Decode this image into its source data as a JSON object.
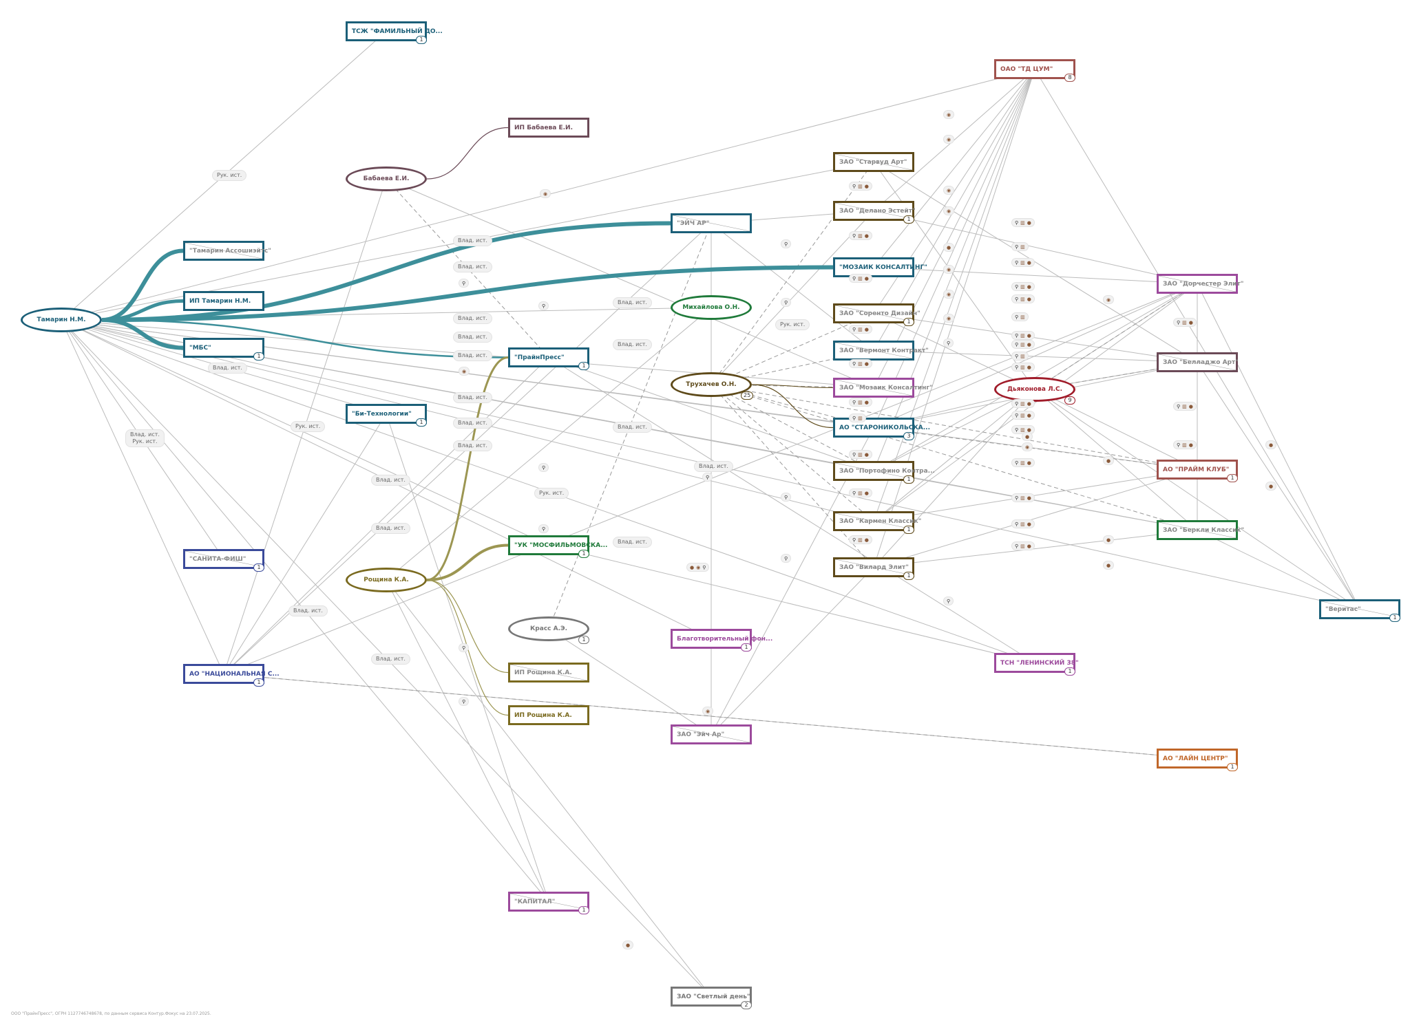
{
  "footer": "ООО \"ПрайнПресс\", ОГРН 1127746748678, по данным сервиса Контур.Фокус на 23.07.2025.",
  "colors": {
    "tamarin": "#1b5f78",
    "teal": "#3d8f9a",
    "roshina": "#7a6a1f",
    "olive": "#9c9652",
    "babaeva": "#6b4a57",
    "mihaylova": "#1f7a3a",
    "truhachev": "#5e4a1a",
    "dyakonova": "#a01c2a",
    "krass": "#777777",
    "tdcum": "#a0524d",
    "purple": "#9c4a9c",
    "navy": "#3a4a9a",
    "orange": "#c0672a",
    "edge": "#bbbbbb"
  },
  "nodes": {
    "tamarin": {
      "label": "Тамарин Н.М."
    },
    "babaeva": {
      "label": "Бабаева Е.И."
    },
    "mihaylova": {
      "label": "Михайлова О.Н."
    },
    "truhachev": {
      "label": "Трухачев О.Н.",
      "count": "25"
    },
    "roshina": {
      "label": "Рощина К.А."
    },
    "krass": {
      "label": "Красс А.Э.",
      "count": "1"
    },
    "dyakonova": {
      "label": "Дьяконова Л.С.",
      "count": "9"
    },
    "tszh": {
      "label": "ТСЖ \"ФАМИЛЬНЫЙ ДО...",
      "count": "1"
    },
    "ip_babaeva": {
      "label": "ИП Бабаева Е.И."
    },
    "tamarin_assoc": {
      "label": "\"Тамарин Ассошиэйтс\""
    },
    "ip_tamarin": {
      "label": "ИП Тамарин Н.М."
    },
    "mbs": {
      "label": "\"МБС\"",
      "count": "1"
    },
    "bi_tech": {
      "label": "\"Би-Технологии\"",
      "count": "1"
    },
    "sanita": {
      "label": "\"САНИТА-ФИШ\"",
      "count": "1"
    },
    "national": {
      "label": "АО \"НАЦИОНАЛЬНАЯ С...",
      "count": "1"
    },
    "kapital": {
      "label": "\"КАПИТАЛ\"",
      "count": "1"
    },
    "svetly": {
      "label": "ЗАО \"Светлый день\"",
      "count": "2"
    },
    "eych_ar": {
      "label": "\"ЭЙЧ АР\""
    },
    "praympress": {
      "label": "\"ПрайнПресс\"",
      "count": "1"
    },
    "uk_mosfilm": {
      "label": "\"УК \"МОСФИЛЬМОВСКА...",
      "count": "1"
    },
    "ip_roshina1": {
      "label": "ИП Рощина К.А."
    },
    "ip_roshina2": {
      "label": "ИП Рощина К.А."
    },
    "blago": {
      "label": "Благотворительный фон...",
      "count": "1"
    },
    "zao_eych_ar": {
      "label": "ЗАО \"Эйч Ар\""
    },
    "starvud": {
      "label": "ЗАО \"Старвуд Арт\""
    },
    "delano": {
      "label": "ЗАО \"Делано Эстейт\"",
      "count": "1"
    },
    "mozaik": {
      "label": "\"МОЗАИК КОНСАЛТИНГ\""
    },
    "sorrento": {
      "label": "ЗАО \"Соренто Дизайн\"",
      "count": "1"
    },
    "vermont": {
      "label": "ЗАО \"Вермонт Контракт\""
    },
    "mozaik2": {
      "label": "ЗАО \"Мозаик Консалтинг\""
    },
    "staronik": {
      "label": "АО \"СТАРОНИКОЛЬСКА...",
      "count": "3"
    },
    "portofino": {
      "label": "ЗАО \"Портофино Контра...",
      "count": "1"
    },
    "karmen": {
      "label": "ЗАО \"Кармен Классик\"",
      "count": "1"
    },
    "vilard": {
      "label": "ЗАО \"Вилард Элит\"",
      "count": "1"
    },
    "tdcum": {
      "label": "ОАО \"ТД ЦУМ\"",
      "count": "8"
    },
    "dorchester": {
      "label": "ЗАО \"Дорчестер Элит\""
    },
    "belladzho": {
      "label": "ЗАО \"Белладжо Арт\""
    },
    "praym_club": {
      "label": "АО \"ПРАЙМ КЛУБ\"",
      "count": "1"
    },
    "berkli": {
      "label": "ЗАО \"Беркли Классик\""
    },
    "veritas": {
      "label": "\"Веритас\"",
      "count": "1"
    },
    "tsn": {
      "label": "ТСН \"ЛЕНИНСКИЙ 38\"",
      "count": "1"
    },
    "layn": {
      "label": "АО \"ЛАЙН ЦЕНТР\"",
      "count": "1"
    }
  },
  "edge_labels": {
    "ruk_ist": "Рук. ист.",
    "vlad_ist": "Влад. ист.",
    "vlad_ruk": [
      "Влад. ист.",
      "Рук. ист."
    ]
  },
  "icon_names": {
    "pin": "location-pin-icon",
    "building": "building-icon",
    "person": "person-icon",
    "group": "group-icon"
  }
}
